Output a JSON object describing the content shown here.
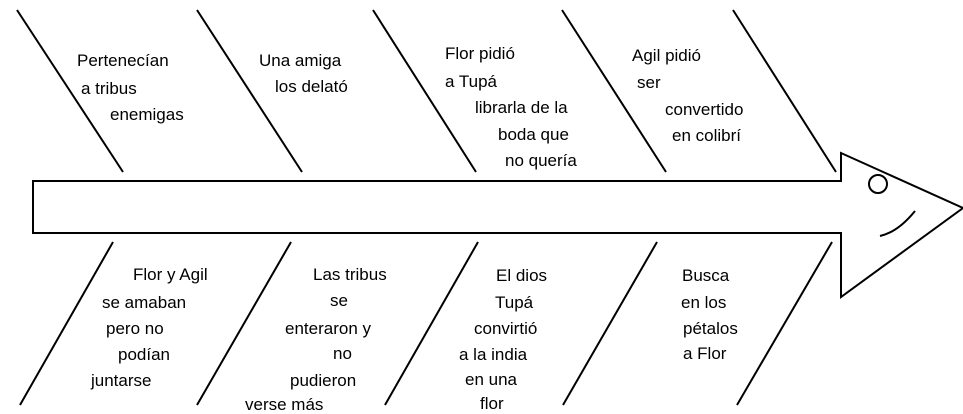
{
  "diagram": {
    "type": "fishbone",
    "top_causes": [
      {
        "lines": [
          "Pertenecían",
          "a tribus",
          "enemigas"
        ]
      },
      {
        "lines": [
          "Una amiga",
          "los delató"
        ]
      },
      {
        "lines": [
          "Flor pidió",
          "a Tupá",
          "librarla de la",
          "boda que",
          "no quería"
        ]
      },
      {
        "lines": [
          "Agil pidió",
          "ser",
          "convertido",
          "en colibrí"
        ]
      }
    ],
    "bottom_causes": [
      {
        "lines": [
          "Flor y Agil",
          "se amaban",
          "pero no",
          "podían",
          "juntarse"
        ]
      },
      {
        "lines": [
          "Las tribus",
          "se",
          "enteraron y",
          "no",
          "pudieron",
          "verse más"
        ]
      },
      {
        "lines": [
          "El dios",
          "Tupá",
          "convirtió",
          "a la india",
          "en una",
          "flor"
        ]
      },
      {
        "lines": [
          "Busca",
          "en los",
          "pétalos",
          "a Flor"
        ]
      }
    ],
    "head": {
      "face": [
        "eye",
        "smile"
      ]
    }
  }
}
